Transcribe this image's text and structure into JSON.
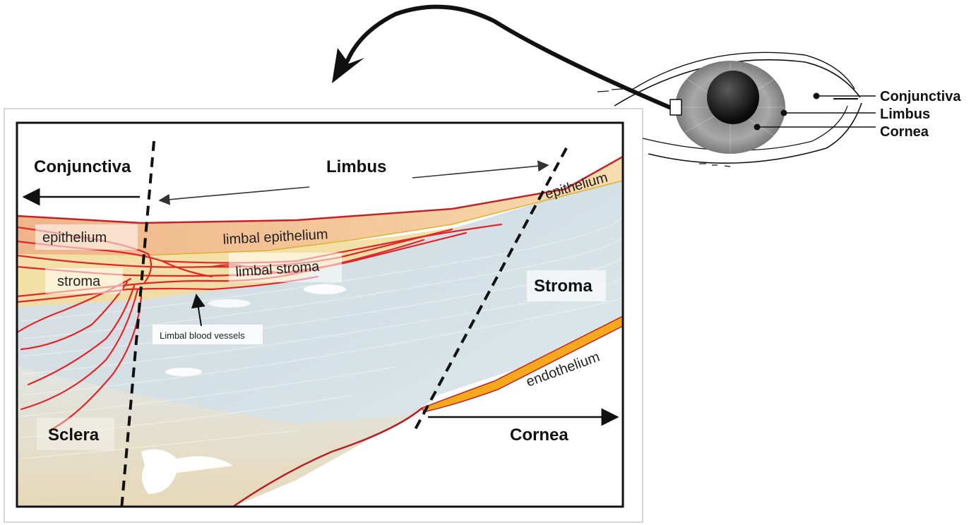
{
  "diagram": {
    "regions": {
      "conjunctiva": "Conjunctiva",
      "limbus": "Limbus",
      "sclera": "Sclera",
      "stroma": "Stroma",
      "cornea": "Cornea"
    },
    "layers": {
      "conj_epithelium": "epithelium",
      "conj_stroma": "stroma",
      "limbal_epithelium": "limbal epithelium",
      "limbal_stroma": "limbal stroma",
      "corneal_epithelium": "epithelium",
      "endothelium": "endothelium",
      "blood_vessels": "Limbal blood vessels"
    },
    "eye_labels": {
      "conjunctiva": "Conjunctiva",
      "limbus": "Limbus",
      "cornea": "Cornea"
    },
    "colors": {
      "epithelium_fill": "#f2c79a",
      "stroma_fill": "#d6e2e6",
      "sclera_fill": "#eadcb8",
      "vessel": "#e0262b",
      "endothelium": "#f4a81c",
      "frame": "#111111"
    }
  }
}
